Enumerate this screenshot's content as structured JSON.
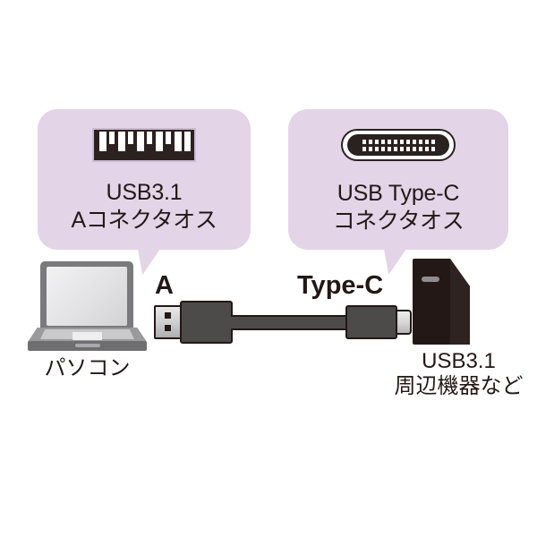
{
  "diagram": {
    "title": "USB3.1 Type-C cable connection diagram",
    "background_color": "#ffffff",
    "bubble_color": "#e3d4e8",
    "ink_color": "#231815"
  },
  "bubbles": [
    {
      "id": "usb-a-bubble",
      "icon": "usb-a-port-icon",
      "line1": "USB3.1",
      "line2": "Aコネクタオス"
    },
    {
      "id": "usb-c-bubble",
      "icon": "usb-type-c-port-icon",
      "line1": "USB Type-C",
      "line2": "コネクタオス"
    }
  ],
  "cable": {
    "left_plug_label": "A",
    "right_plug_label": "Type-C",
    "left_plug_icon": "usb-a-plug-icon",
    "right_plug_icon": "usb-type-c-plug-icon"
  },
  "devices": [
    {
      "id": "laptop",
      "icon": "laptop-icon",
      "label": "パソコン"
    },
    {
      "id": "peripheral",
      "icon": "tower-device-icon",
      "label_line1": "USB3.1",
      "label_line2": "周辺機器など"
    }
  ]
}
